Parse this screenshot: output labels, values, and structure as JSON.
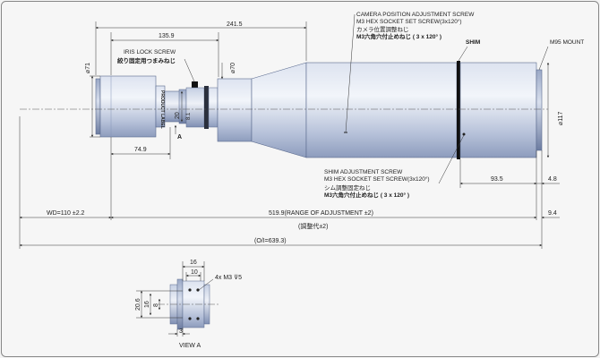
{
  "dimensions": {
    "d_241_5": "241.5",
    "d_135_9": "135.9",
    "d_74_9": "74.9",
    "d_93_5": "93.5",
    "d_4_8": "4.8",
    "d_9_4": "9.4",
    "dia_71": "⌀71",
    "dia_70": "⌀70",
    "dia_117": "⌀117",
    "d_20": "20",
    "d_8_1": "8.1",
    "wd": "WD=110 ±2.2",
    "range": "519.9(RANGE OF ADJUSTMENT ±2)",
    "range_jp": "(調整代±2)",
    "oi": "(O/I=639.3)"
  },
  "notes": {
    "camera_pos_en1": "CAMERA POSITION ADJUSTMENT SCREW",
    "camera_pos_en2": "M3 HEX SOCKET SET SCREW(3x120°)",
    "camera_pos_jp1": "カメラ位置調整ねじ",
    "camera_pos_jp2": "M3六角穴付止めねじ ( 3 x 120° )",
    "shim": "SHIM",
    "mount": "M95 MOUNT",
    "iris_en": "IRIS LOCK SCREW",
    "iris_jp": "絞り固定用つまみねじ",
    "product_label": "PRODUCT LABEL",
    "shim_adj_en1": "SHIM ADJUSTMENT SCREW",
    "shim_adj_en2": "M3 HEX SOCKET SET SCREW(3x120°)",
    "shim_adj_jp1": "シム調整固定ねじ",
    "shim_adj_jp2": "M3六角穴付止めねじ ( 3 x 120° )",
    "marker_a": "A"
  },
  "view_a": {
    "title": "VIEW A",
    "d16": "16",
    "d10": "10",
    "d20_6": "20.6",
    "d16v": "16",
    "d8": "8",
    "d3": "3",
    "screw_spec": "4x M3 ⊽5"
  },
  "colors": {
    "body_light": "#e6ebf4",
    "body_mid": "#b7c3dc",
    "body_dark": "#8191b4",
    "black": "#111111"
  }
}
